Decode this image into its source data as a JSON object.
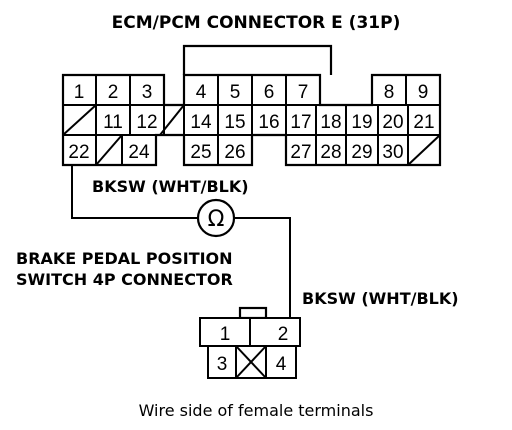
{
  "ecm_connector": {
    "title": "ECM/PCM CONNECTOR E (31P)",
    "pins": [
      [
        "1",
        "2",
        "3",
        "4",
        "5",
        "6",
        "7",
        "",
        "8",
        "9"
      ],
      [
        "",
        "11",
        "12",
        "",
        "14",
        "15",
        "16",
        "17",
        "18",
        "19",
        "20",
        "21"
      ],
      [
        "22",
        "",
        "24",
        "25",
        "26",
        "27",
        "28",
        "29",
        "30",
        ""
      ]
    ]
  },
  "wire_top_label": "BKSW (WHT/BLK)",
  "symbol_omega": "Ω",
  "switch_connector": {
    "title_line1": "BRAKE PEDAL POSITION",
    "title_line2": "SWITCH 4P CONNECTOR",
    "wire_label": "BKSW (WHT/BLK)",
    "pins": [
      "1",
      "2",
      "3",
      "4"
    ]
  },
  "caption": "Wire side of female terminals"
}
